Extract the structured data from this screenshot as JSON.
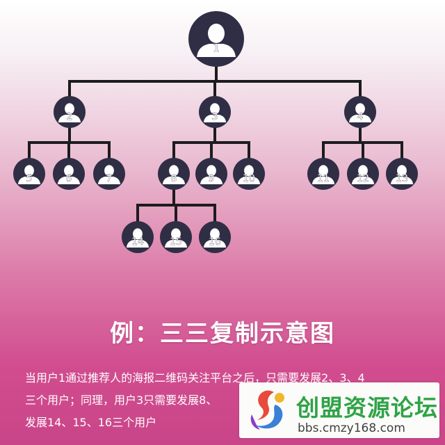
{
  "tree": {
    "nodes": [
      {
        "id": "1",
        "label": "1",
        "parent": null
      },
      {
        "id": "2",
        "label": "2",
        "parent": "1"
      },
      {
        "id": "3",
        "label": "3",
        "parent": "1"
      },
      {
        "id": "4",
        "label": "4",
        "parent": "1"
      },
      {
        "id": "5",
        "label": "5",
        "parent": "2"
      },
      {
        "id": "6",
        "label": "6",
        "parent": "2"
      },
      {
        "id": "7",
        "label": "7",
        "parent": "2"
      },
      {
        "id": "8",
        "label": "8",
        "parent": "3"
      },
      {
        "id": "9",
        "label": "9",
        "parent": "3"
      },
      {
        "id": "10",
        "label": "10",
        "parent": "3"
      },
      {
        "id": "11",
        "label": "11",
        "parent": "4"
      },
      {
        "id": "12",
        "label": "12",
        "parent": "4"
      },
      {
        "id": "13",
        "label": "13",
        "parent": "4"
      },
      {
        "id": "14",
        "label": "14",
        "parent": "8"
      },
      {
        "id": "15",
        "label": "15",
        "parent": "8"
      },
      {
        "id": "16",
        "label": "16",
        "parent": "8"
      }
    ],
    "node_color": "#2f2e45",
    "line_color": "#1c1c1c"
  },
  "caption": "例：三三复制示意图",
  "description": {
    "line1": "当用户1通过推荐人的海报二维码关注平台之后，只需要发展2、3、4",
    "line2": "三个用户；同理，用户3只需要发展8、",
    "line3": "发展14、15、16三个用户"
  },
  "watermark": {
    "name": "创盟资源论坛",
    "url": "bbs.cmzy168.com"
  }
}
